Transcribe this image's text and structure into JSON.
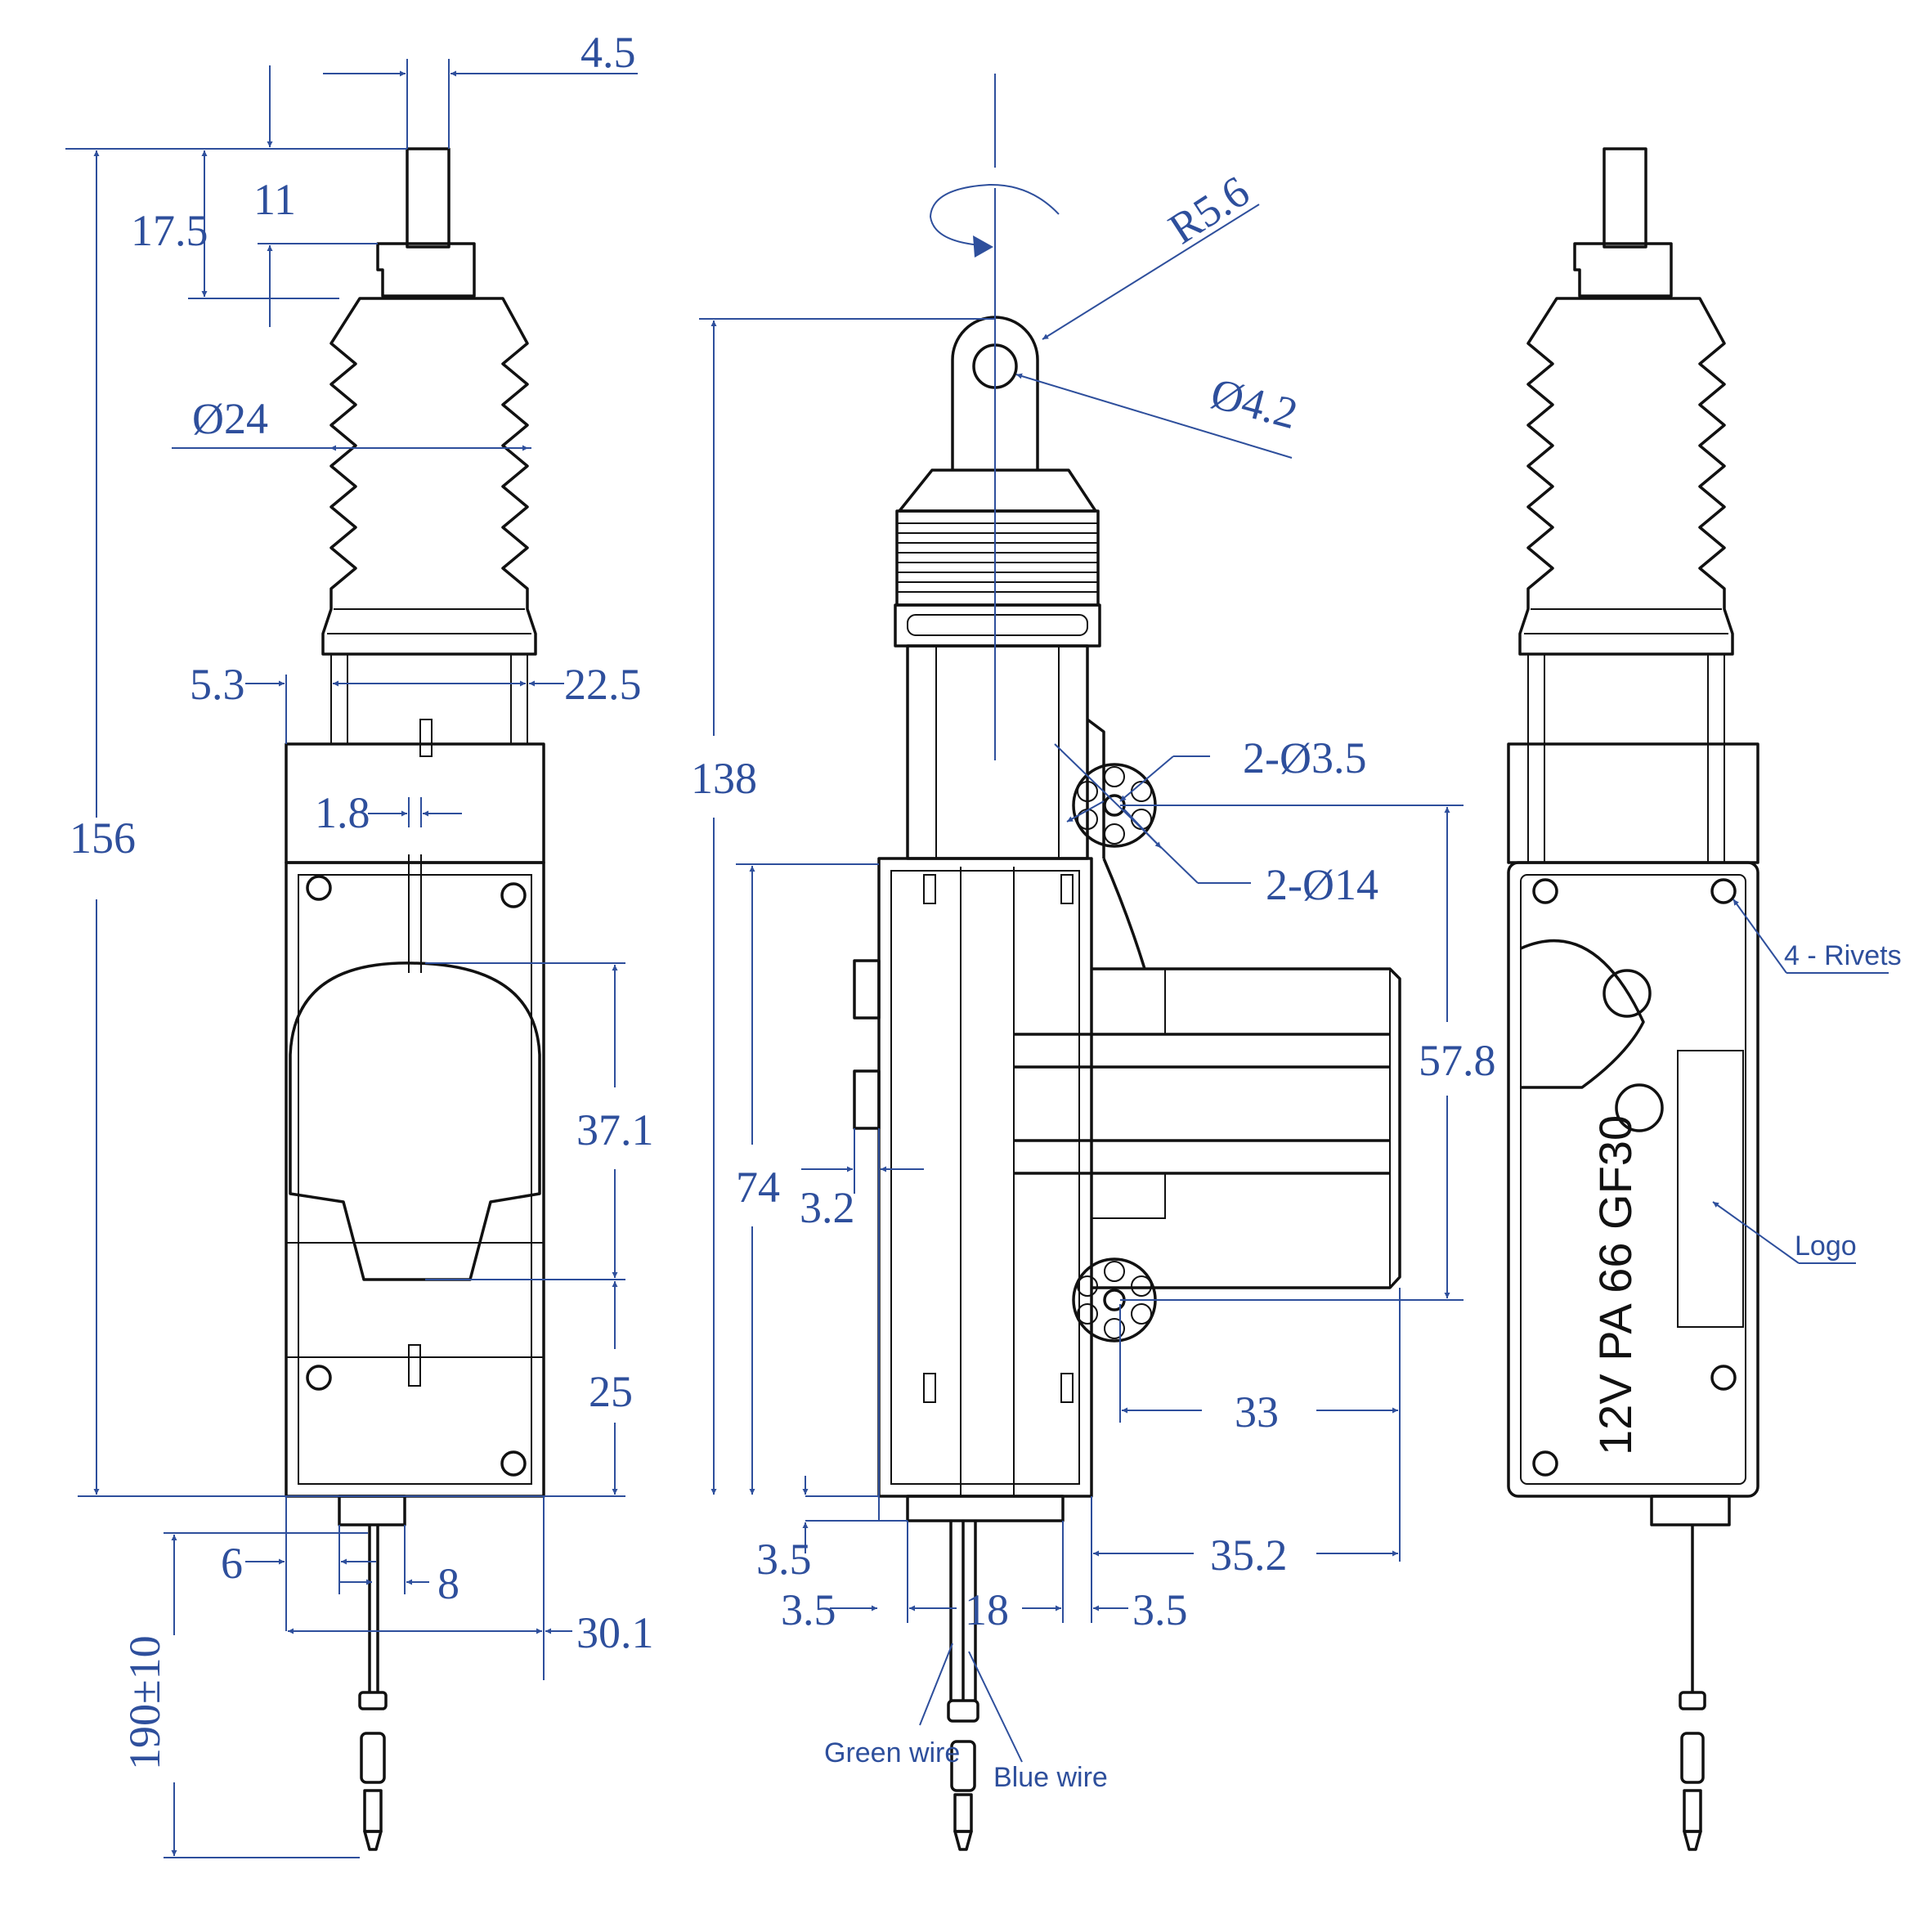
{
  "colors": {
    "dimension": "#2e4f9c",
    "outline": "#111111",
    "background": "#ffffff"
  },
  "dims": {
    "shaft_width": "4.5",
    "shaft_step": "11",
    "shaft_length": "17.5",
    "boot_diameter": "Ø24",
    "left_offset": "5.3",
    "boot_width": "22.5",
    "slot_width": "1.8",
    "overall_length": "156",
    "body_upper_height": "37.1",
    "body_lower_height": "25",
    "connector_offset": "6",
    "connector_width": "8",
    "body_width": "30.1",
    "wire_length": "190±10",
    "eye_radius": "R5.6",
    "eye_hole": "Ø4.2",
    "stroke_height": "138",
    "mount_holes": "2-Ø3.5",
    "mount_bosses": "2-Ø14",
    "housing_height": "74",
    "step_depth": "3.2",
    "mount_spacing": "57.8",
    "bottom_gap": "3.5",
    "boss_to_edge": "33",
    "motor_extent": "35.2",
    "wire_left_gap": "3.5",
    "wire_span": "18",
    "wire_right_gap": "3.5"
  },
  "labels": {
    "rivets": "4 - Rivets",
    "logo": "Logo",
    "green_wire": "Green wire",
    "blue_wire": "Blue wire"
  },
  "marking": "12V   PA   66   GF30",
  "icons": {
    "rotation": "rotation-arrow-icon"
  }
}
